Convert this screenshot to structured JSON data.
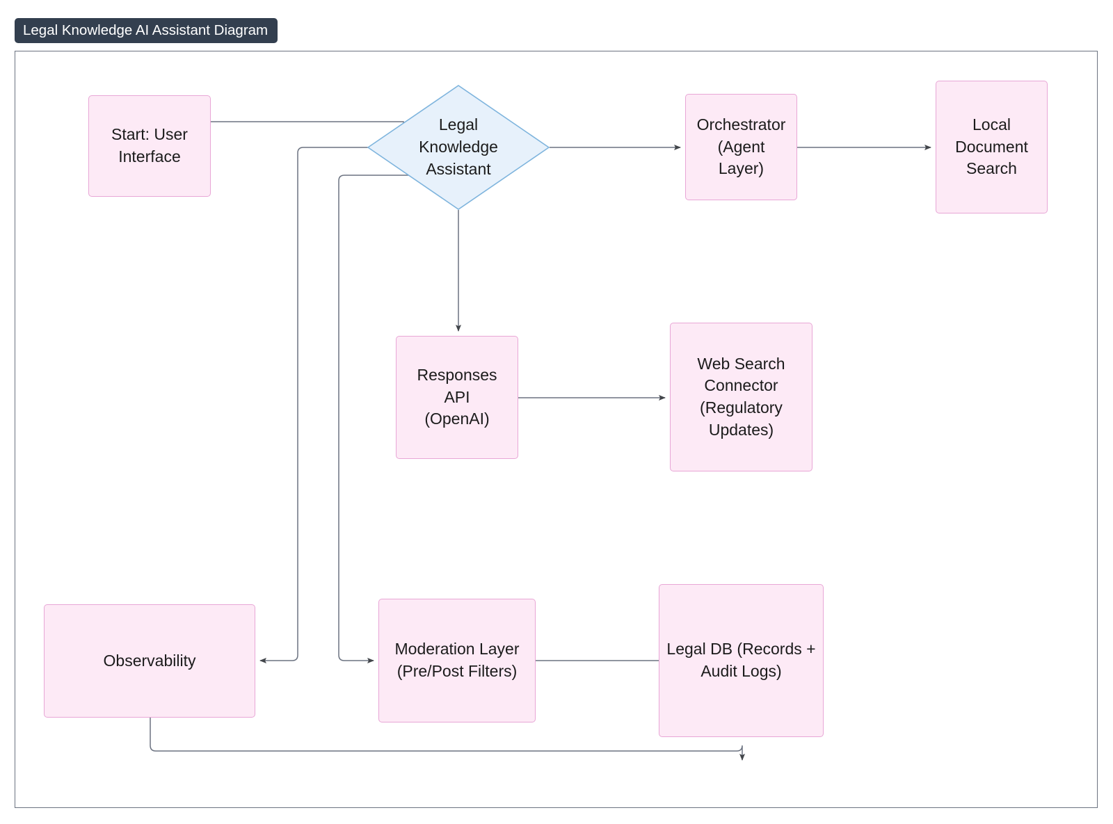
{
  "title": "Legal Knowledge AI Assistant Diagram",
  "theme": {
    "title_bar_bg": "#333f4f",
    "title_bar_text": "#ffffff",
    "frame_border": "#6b7280",
    "node_fill": "#fdeaf6",
    "node_border": "#e8a6d6",
    "decision_fill": "#e7f1fb",
    "decision_border": "#7eb4dd",
    "edge_color": "#6b7280",
    "node_text": "#1b1b1b",
    "canvas_bg": "#ffffff"
  },
  "nodes": [
    {
      "id": "start",
      "label": "Start: User\nInterface",
      "shape": "rect"
    },
    {
      "id": "assistant",
      "label": "Legal\nKnowledge\nAssistant",
      "shape": "diamond"
    },
    {
      "id": "orchestrator",
      "label": "Orchestrator\n(Agent Layer)",
      "shape": "rect"
    },
    {
      "id": "localdocs",
      "label": "Local\nDocument\nSearch",
      "shape": "rect"
    },
    {
      "id": "responses",
      "label": "Responses API\n(OpenAI)",
      "shape": "rect"
    },
    {
      "id": "websearch",
      "label": "Web Search\nConnector\n(Regulatory\nUpdates)",
      "shape": "rect"
    },
    {
      "id": "observability",
      "label": "Observability",
      "shape": "rect"
    },
    {
      "id": "moderation",
      "label": "Moderation Layer\n(Pre/Post Filters)",
      "shape": "rect"
    },
    {
      "id": "legaldb",
      "label": "Legal DB (Records +\nAudit Logs)",
      "shape": "rect"
    }
  ],
  "edges": [
    {
      "from": "start",
      "to": "assistant",
      "arrow": true
    },
    {
      "from": "assistant",
      "to": "orchestrator",
      "arrow": true
    },
    {
      "from": "orchestrator",
      "to": "localdocs",
      "arrow": true
    },
    {
      "from": "assistant",
      "to": "responses",
      "arrow": true
    },
    {
      "from": "responses",
      "to": "websearch",
      "arrow": true
    },
    {
      "from": "assistant",
      "to": "observability",
      "arrow": true
    },
    {
      "from": "assistant",
      "to": "moderation",
      "arrow": true
    },
    {
      "from": "moderation",
      "to": "legaldb",
      "arrow": true
    },
    {
      "from": "observability",
      "to": "legaldb",
      "arrow": true
    }
  ]
}
